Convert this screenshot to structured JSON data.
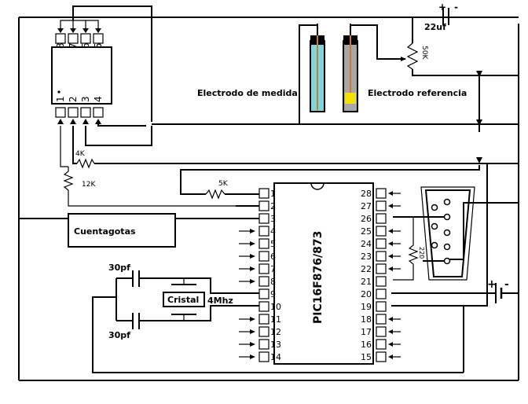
{
  "diagram": {
    "eeprom_pins_top": [
      "8",
      "7",
      "6",
      "5"
    ],
    "eeprom_pins_bottom": [
      "1",
      "2",
      "3",
      "4"
    ],
    "pic_label": "PIC16F876/873",
    "pic_pins_left": [
      "1",
      "2",
      "3",
      "4",
      "5",
      "6",
      "7",
      "8",
      "9",
      "10",
      "11",
      "12",
      "13",
      "14"
    ],
    "pic_pins_right": [
      "28",
      "27",
      "26",
      "25",
      "24",
      "23",
      "22",
      "21",
      "20",
      "19",
      "18",
      "17",
      "16",
      "15"
    ],
    "electrode_measure_label": "Electrodo de medida",
    "electrode_reference_label": "Electrodo referencia",
    "cap_22uf_label": "22uf",
    "pot_50k_label": "50K",
    "res_4k_label": "4K",
    "res_12k_label": "12K",
    "res_5k_label": "5K",
    "res_220_label": "220",
    "cuentagotas_label": "Cuentagotas",
    "cap_30pf_top_label": "30pf",
    "cap_30pf_bottom_label": "30pf",
    "crystal_label": "Cristal",
    "crystal_freq_label": "4Mhz",
    "battery_plus": "+",
    "battery_minus": "-",
    "cap_plus": "+",
    "cap_minus": "-"
  }
}
